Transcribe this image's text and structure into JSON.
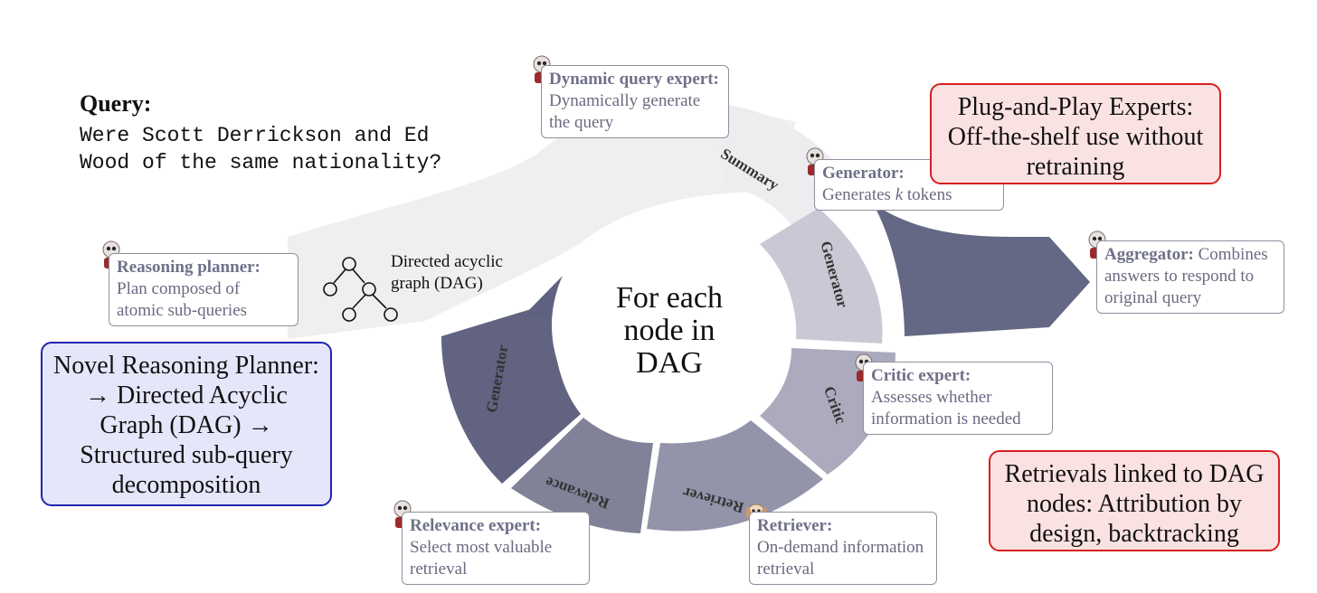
{
  "query": {
    "label": "Query:",
    "text": "Were Scott Derrickson and Ed\nWood of the same nationality?"
  },
  "center": {
    "text": "For each node in DAG"
  },
  "dag": {
    "label": "Directed acyclic graph (DAG)"
  },
  "ring_segments": {
    "summary": "Summary",
    "generator_right": "Generator",
    "critic": "Critic",
    "retriever": "Retriever",
    "relevance": "Relevance",
    "generator_left": "Generator"
  },
  "experts": {
    "dynamic_query": {
      "title": "Dynamic query expert:",
      "desc": "Dynamically generate the query"
    },
    "generator": {
      "title": "Generator:",
      "desc_pre": "Generates ",
      "desc_k": "k",
      "desc_post": " tokens"
    },
    "reasoning_planner": {
      "title": "Reasoning planner:",
      "desc": "Plan composed of atomic sub-queries"
    },
    "aggregator": {
      "title": "Aggregator:",
      "desc": "Combines answers to respond to original query"
    },
    "critic": {
      "title": "Critic expert:",
      "desc": "Assesses whether information is needed"
    },
    "relevance": {
      "title": "Relevance expert:",
      "desc": "Select most valuable retrieval"
    },
    "retriever": {
      "title": "Retriever:",
      "desc": "On-demand information retrieval"
    }
  },
  "callouts": {
    "plug_and_play": "Plug-and-Play Experts: Off-the-shelf use without retraining",
    "novel_planner": "Novel Reasoning Planner: → Directed Acyclic Graph (DAG) → Structured sub-query decomposition",
    "retrievals": "Retrievals linked to DAG nodes: Attribution by design, backtracking"
  },
  "colors": {
    "summary": "#ededf0",
    "generator_right": "#c9c9d5",
    "critic": "#ababbd",
    "retriever": "#9393a9",
    "relevance": "#818198",
    "generator_left": "#616381",
    "arrow_out": "#646884",
    "arrow_in": "#efefef"
  }
}
